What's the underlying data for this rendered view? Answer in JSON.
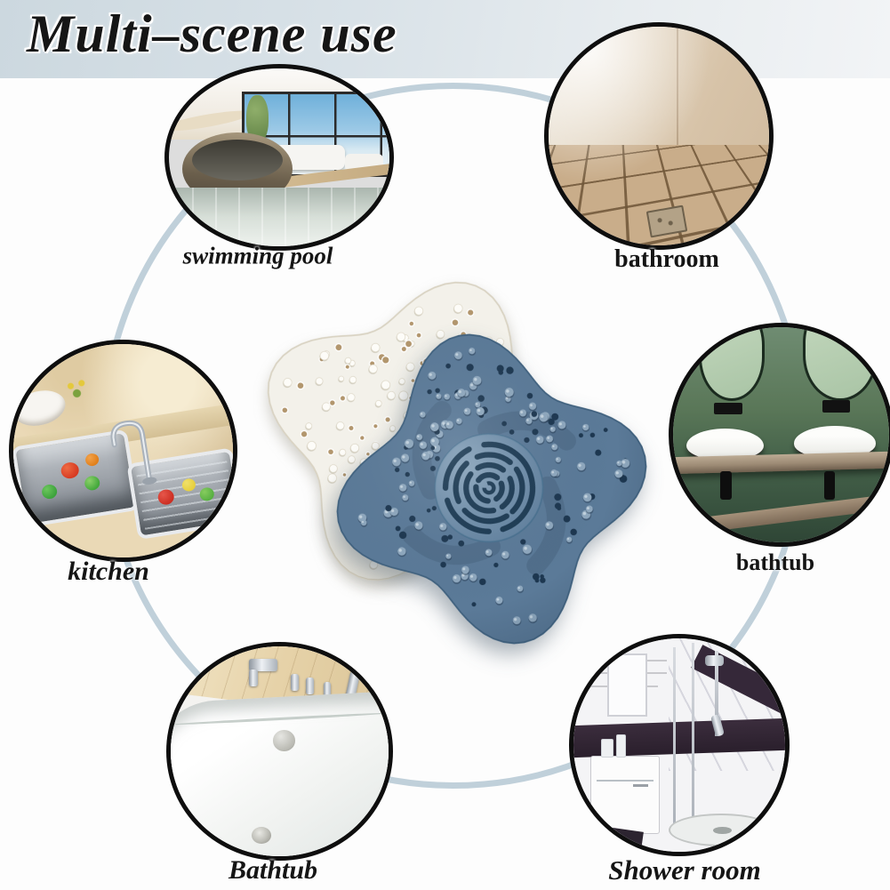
{
  "title": "Multi–scene use",
  "scenes": [
    {
      "label": "swimming pool"
    },
    {
      "label": "bathroom"
    },
    {
      "label": "kitchen"
    },
    {
      "label": "bathtub"
    },
    {
      "label": "Bathtub"
    },
    {
      "label": "Shower room"
    }
  ],
  "colors": {
    "header_band": "#d3dde4",
    "connector_ring": "#b5c8d3",
    "circle_border": "#0e0e0e",
    "product_blue": "#5b7a98",
    "product_white": "#f3f1ea",
    "title_color": "#161616"
  }
}
